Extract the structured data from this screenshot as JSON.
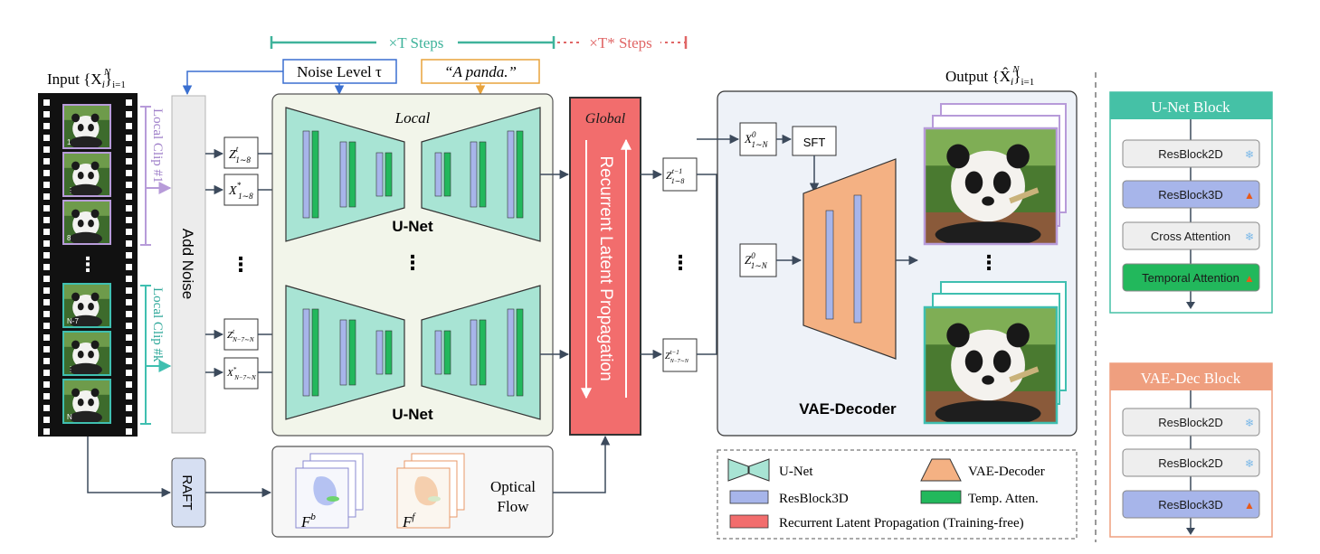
{
  "steps": {
    "t_steps": "×T Steps",
    "t_star_steps": "×T* Steps"
  },
  "inputs": {
    "noise_level": "Noise Level τ",
    "prompt": "“A panda.”"
  },
  "input_video": {
    "label": "Input {X",
    "label_sub": "i",
    "label_tail": "}",
    "label_sub2": "i=1",
    "label_sup": "N",
    "frame_numbers": [
      "1",
      "⋮",
      "8",
      "N-7",
      "⋮",
      "N"
    ],
    "dots": "⋮"
  },
  "clips": {
    "first": "Local Clip #1",
    "last": "Local Clip #k"
  },
  "add_noise": "Add Noise",
  "latents_in": {
    "z_top": "Z",
    "z_top_sup": "t",
    "z_top_sub": "1∼8",
    "x_top": "X",
    "x_top_sup": "*",
    "x_top_sub": "1∼8",
    "z_bottom": "Z",
    "z_bottom_sup": "t",
    "z_bottom_sub": "N−7∼N",
    "x_bottom": "X",
    "x_bottom_sup": "*",
    "x_bottom_sub": "N−7∼N",
    "dots": "⋮"
  },
  "unet_panel": {
    "local_label": "Local",
    "unet_top": "U-Net",
    "unet_bottom": "U-Net",
    "dots": "⋮"
  },
  "global_block": {
    "label": "Global",
    "title": "Recurrent Latent Propagation"
  },
  "latents_out": {
    "top": "Z",
    "top_sup": "t−1",
    "top_sub": "1∼8",
    "bottom": "Z",
    "bottom_sup": "t−1",
    "bottom_sub": "N−7∼N",
    "dots": "⋮"
  },
  "decoder_panel": {
    "output_label": "Output {X̂",
    "output_sub": "i",
    "output_tail": "}",
    "output_sub2": "i=1",
    "output_sup": "N",
    "x0": "X",
    "x0_sup": "0",
    "x0_sub": "1∼N",
    "z0": "Z",
    "z0_sup": "0",
    "z0_sub": "1∼N",
    "sft": "SFT",
    "decoder": "VAE-Decoder",
    "dots": "⋮"
  },
  "flow": {
    "raft": "RAFT",
    "fb": "F",
    "fb_sup": "b",
    "ff": "F",
    "ff_sup": "f",
    "optical": "Optical",
    "flow": "Flow"
  },
  "legend": {
    "unet": "U-Net",
    "vae": "VAE-Decoder",
    "resblock3d": "ResBlock3D",
    "temp_atten": "Temp. Atten.",
    "rlp": "Recurrent Latent Propagation (Training-free)"
  },
  "unet_block": {
    "title": "U-Net Block",
    "items": [
      "ResBlock2D",
      "ResBlock3D",
      "Cross Attention",
      "Temporal Attention"
    ]
  },
  "vae_block": {
    "title": "VAE-Dec Block",
    "items": [
      "ResBlock2D",
      "ResBlock2D",
      "ResBlock3D"
    ]
  },
  "colors": {
    "unet_teal": "#a8e4d4",
    "resblock3d": "#a7b5ea",
    "temp_atten": "#22b85c",
    "rlp_red": "#f26d6d",
    "vae_orange": "#f4b183",
    "teal_header": "#45c1a6",
    "orange_header": "#ef9f7f",
    "local_green_bg": "#f2f5ea",
    "decoder_bg": "#eef2f8",
    "clip1_purple": "#b79bd9",
    "clipk_teal": "#3fbfb0",
    "steps_teal": "#3fb39b",
    "steps_red": "#e06666"
  }
}
